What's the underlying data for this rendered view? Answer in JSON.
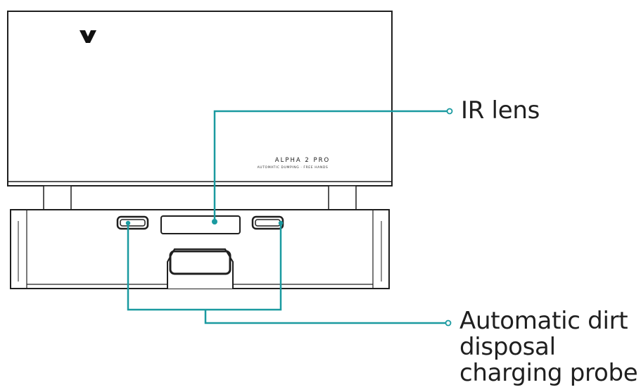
{
  "product": {
    "model_name": "ALPHA 2 PRO",
    "tagline": "AUTOMATIC DUMPING · FREE HANDS"
  },
  "callouts": {
    "ir_lens": "IR lens",
    "probe_lines": [
      "Automatic dirt",
      "disposal",
      "charging probe"
    ]
  },
  "colors": {
    "line": "#1f1f1f",
    "callout": "#1a9aa0"
  }
}
